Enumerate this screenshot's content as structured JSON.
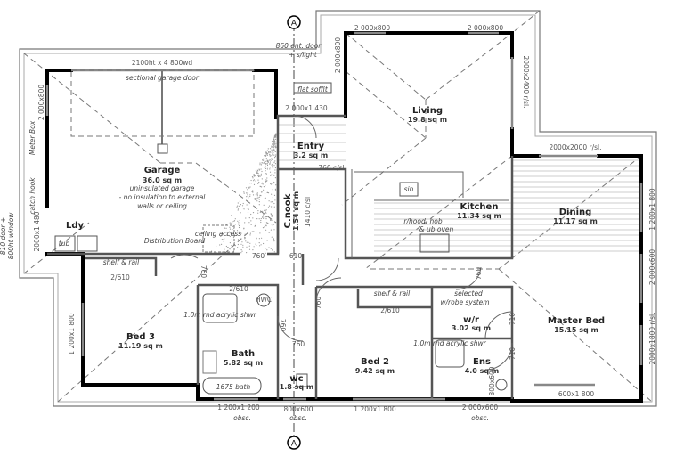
{
  "section_marker": "A",
  "rooms": {
    "garage": {
      "name": "Garage",
      "area": "36.0 sq m",
      "note1": "uninsulated garage",
      "note2": "- no insulation to external",
      "note3": "walls or ceiling"
    },
    "living": {
      "name": "Living",
      "area": "19.8 sq m"
    },
    "entry": {
      "name": "Entry",
      "area": "3.2 sq m"
    },
    "cnook": {
      "name": "C.nook",
      "area": "1.54 sq m"
    },
    "kitchen": {
      "name": "Kitchen",
      "area": "11.34 sq m",
      "note1": "r/hood, hob",
      "note2": "& ub oven"
    },
    "dining": {
      "name": "Dining",
      "area": "11.17 sq m"
    },
    "ldy": {
      "name": "Ldy"
    },
    "bed3": {
      "name": "Bed 3",
      "area": "11.19 sq m"
    },
    "bath": {
      "name": "Bath",
      "area": "5.82 sq m"
    },
    "wc": {
      "name": "wc",
      "area": "1.8 sq m"
    },
    "bed2": {
      "name": "Bed 2",
      "area": "9.42 sq m"
    },
    "wr": {
      "name": "w/r",
      "area": "3.02 sq m"
    },
    "ens": {
      "name": "Ens",
      "area": "4.0 sq m"
    },
    "master": {
      "name": "Master Bed",
      "area": "15.15 sq m"
    }
  },
  "notes": {
    "garage_door_size": "2100ht x 4 800wd",
    "garage_door": "sectional garage door",
    "entry_door1": "860 ent. door",
    "entry_door2": "+ s/light",
    "flat_soffit": "flat soffit",
    "entry_window": "2 000x1 430",
    "entry_cs": "760 c/sl",
    "cnook_dim": "1410 c/sl",
    "meter_box": "Meter Box",
    "catch_hook": "catch hook",
    "laundry_door1": "810 door +",
    "laundry_door2": "800ht window",
    "tub": "tub",
    "distribution_board": "Distribution Board",
    "ceiling_access": "ceiling access",
    "shelf_rail": "shelf & rail",
    "selected_wrobe1": "selected",
    "selected_wrobe2": "w/robe system",
    "shower1": "1.0m rnd acrylic shwr",
    "shower2": "1.0m rnd acrylic shwr",
    "bath_tub": "1675 bath",
    "hwc": "HWC",
    "sink": "sin",
    "obsc": "obsc."
  },
  "dimensions": {
    "living_w1": "2 000x800",
    "living_w2": "2 000x800",
    "entry_side": "2 000x800",
    "garage_side": "2 000x800",
    "living_slider": "2000x2400 r/sl.",
    "dining_slider": "2000x2000 r/sl.",
    "dining_side": "1 200x1 800",
    "master_w1": "2 000x600",
    "master_slider": "2000x1800 r/sl.",
    "master_bottom": "600x1 800",
    "ens_bottom": "2 000x600",
    "ens_side": "800x600",
    "bed2_bottom": "1 200x1 800",
    "wc_bottom": "800x600",
    "bath_bottom": "1 200x1 200",
    "bed3_side": "1 200x1 800",
    "ldy_side": "2000x1 480",
    "door_760": "760",
    "door_610": "610",
    "robe_2_610": "2/610",
    "door_710": "710"
  }
}
